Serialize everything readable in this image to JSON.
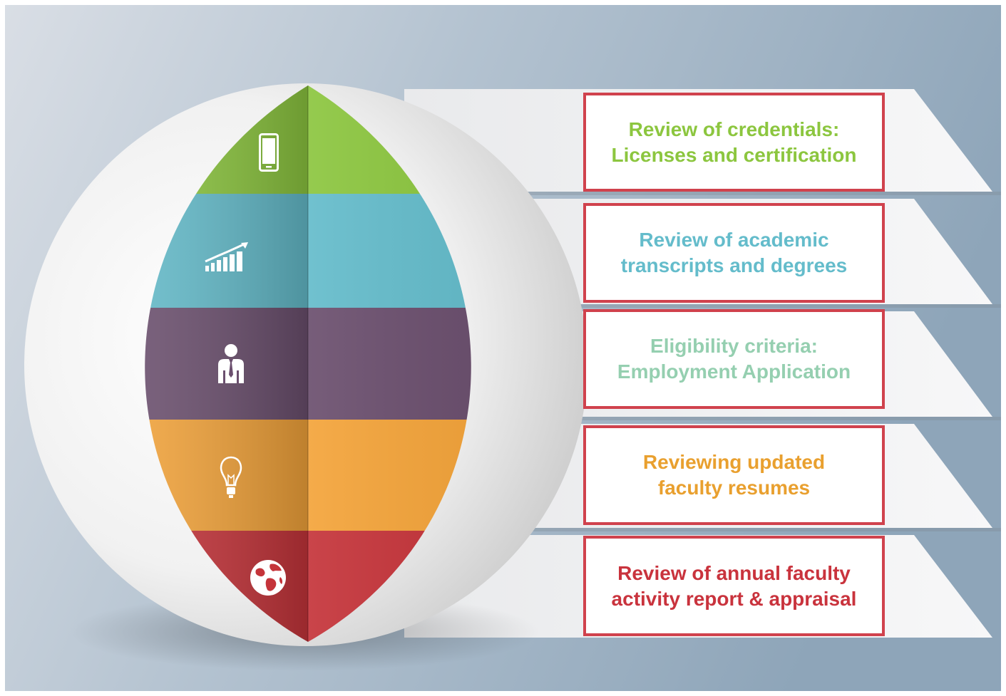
{
  "colors": {
    "green": "#8cc63f",
    "teal": "#64bccb",
    "purple": "#6b4f6e",
    "orange": "#f4a43a",
    "red": "#c5343a",
    "border": "#d0424d"
  },
  "steps": [
    {
      "icon": "smartphone-icon",
      "line1": "Review of credentials:",
      "line2": "Licenses and certification",
      "text_color": "#8cc63f"
    },
    {
      "icon": "growth-chart-icon",
      "line1": "Review of academic",
      "line2": "transcripts and degrees",
      "text_color": "#64bccb"
    },
    {
      "icon": "businessman-icon",
      "line1": "Eligibility criteria:",
      "line2": "Employment Application",
      "text_color": "#95cfb0"
    },
    {
      "icon": "lightbulb-icon",
      "line1": "Reviewing updated",
      "line2": "faculty resumes",
      "text_color": "#e9a02f"
    },
    {
      "icon": "globe-icon",
      "line1": "Review of annual faculty",
      "line2": "activity report & appraisal",
      "text_color": "#c9333d"
    }
  ]
}
